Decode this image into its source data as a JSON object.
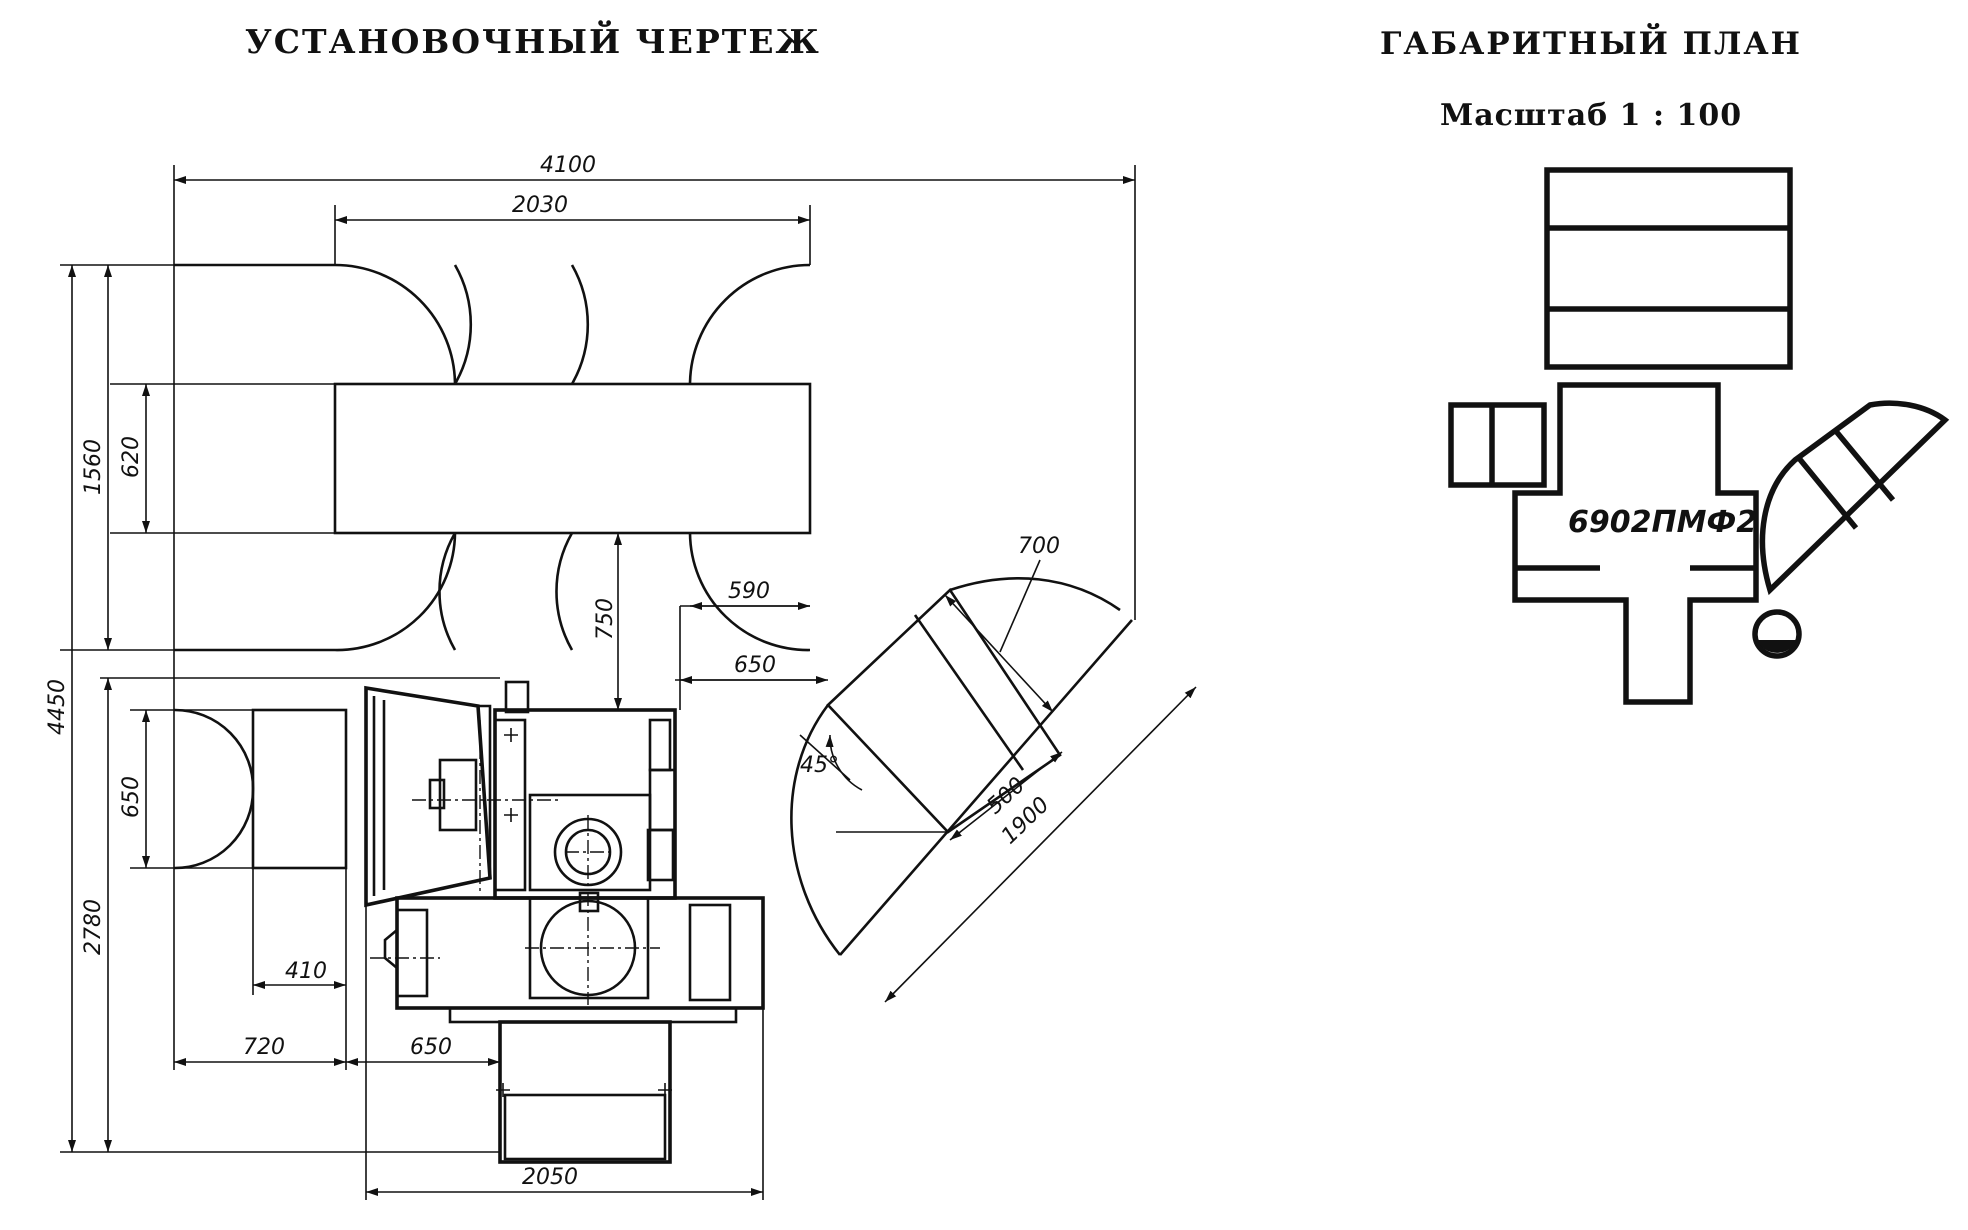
{
  "titles": {
    "installation": "УСТАНОВОЧНЫЙ ЧЕРТЕЖ",
    "overall_plan": "ГАБАРИТНЫЙ ПЛАН",
    "scale": "Масштаб 1 : 100"
  },
  "plan": {
    "model": "6902ПМФ2"
  },
  "dimensions": {
    "d4100": "4100",
    "d2030": "2030",
    "d1560": "1560",
    "d620": "620",
    "d4450": "4450",
    "d750": "750",
    "d590": "590",
    "d650_right": "650",
    "d650_left": "650",
    "d2780": "2780",
    "d410": "410",
    "d720": "720",
    "d650_bottom": "650",
    "d2050": "2050",
    "d700": "700",
    "d500": "500",
    "d1900": "1900",
    "angle": "45°"
  }
}
